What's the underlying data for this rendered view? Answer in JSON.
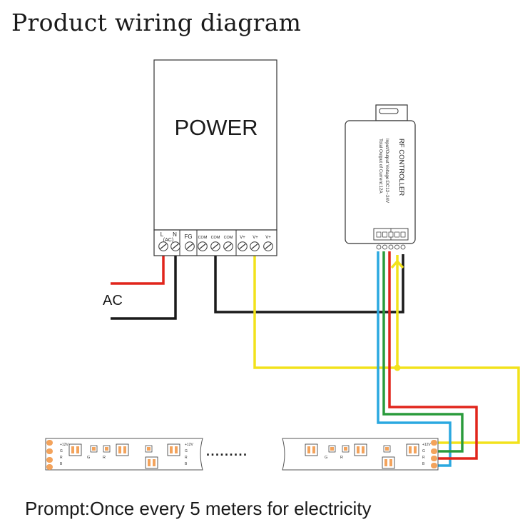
{
  "title": "Product wiring diagram",
  "prompt": "Prompt:Once every 5 meters for electricity",
  "power_supply": {
    "label": "POWER",
    "terminals": {
      "l": "L",
      "n": "N",
      "ac": "(AC)",
      "fg": "FG",
      "com1": "COM",
      "com2": "COM",
      "com3": "COM",
      "v1": "V+",
      "v2": "V+",
      "v3": "V+"
    }
  },
  "ac_label": "AC",
  "controller": {
    "title": "RF  CONTROLLER",
    "spec_line1": "Input/Output Voltage:DC12~24V",
    "spec_line2": "Total Output of Current:12A"
  },
  "led_strip": {
    "pad_labels": [
      "+12V",
      "G",
      "R",
      "B"
    ],
    "chip_letters": [
      "G",
      "R"
    ],
    "ellipsis": "........."
  },
  "colors": {
    "red_wire": "#e1251b",
    "black_wire": "#1a1a1a",
    "yellow_wire": "#f2e21b",
    "green_wire": "#2a9b3c",
    "blue_wire": "#2aa8e0",
    "led_orange": "#f3a35c"
  }
}
